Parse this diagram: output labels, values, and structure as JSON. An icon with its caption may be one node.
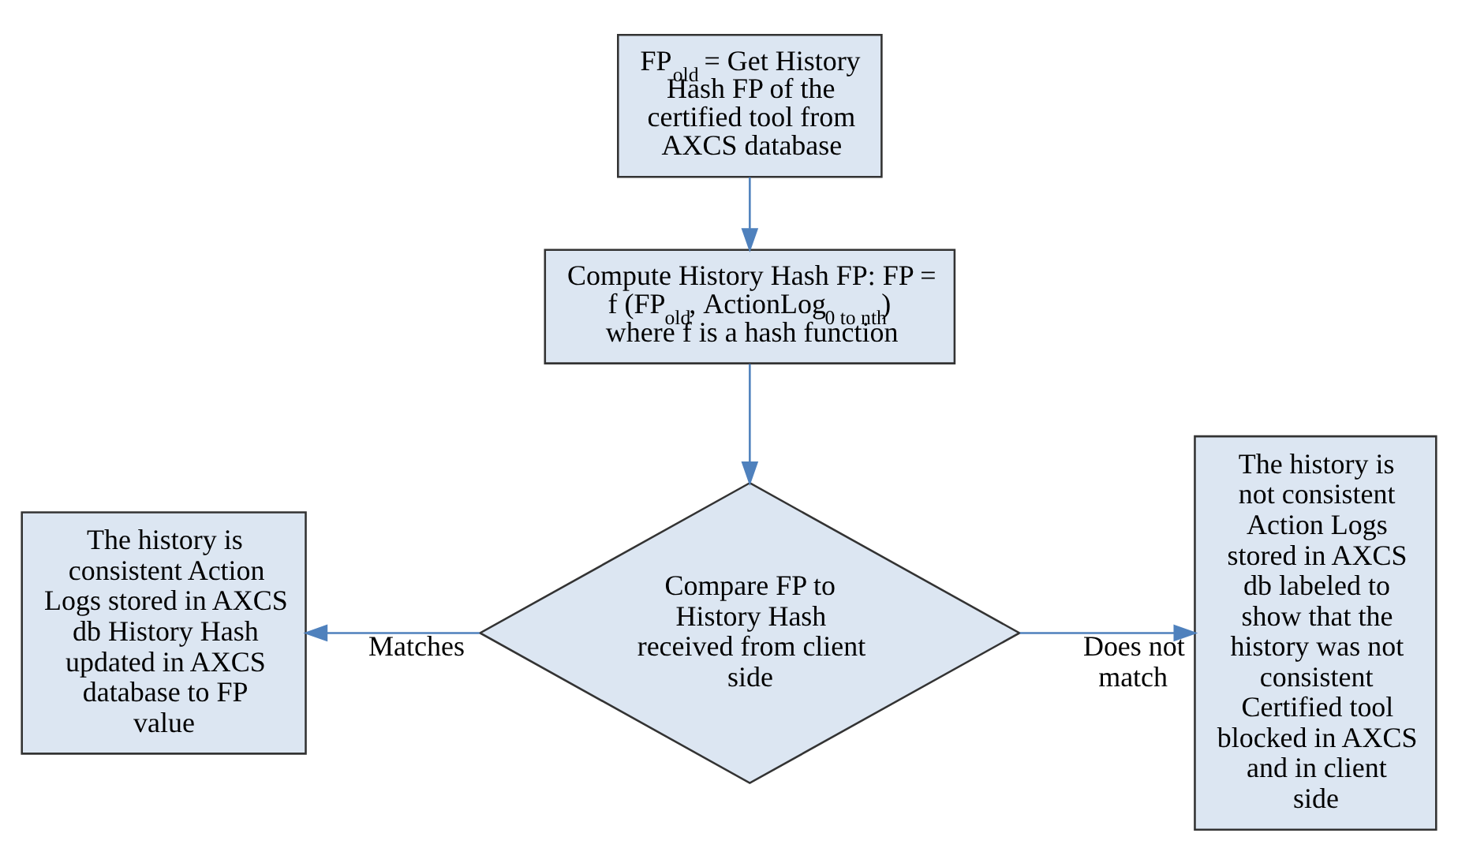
{
  "diagram": {
    "nodes": [
      {
        "text": [
          "FP$_{old}$ = Get History Hash FP of the certified tool from AXCS database"
        ]
      },
      {
        "text": [
          "Compute History Hash FP: FP = f (FP$_{old}$, ActionLog$_{0 to nth}$) where f is a hash function"
        ]
      },
      {
        "text": [
          "Compare FP to History Hash received from client side"
        ]
      },
      {
        "text": [
          "The history is consistent Action Logs stored in AXCS db History Hash updated in AXCS database to FP value"
        ]
      },
      {
        "text": [
          "The history is not consistent Action Logs stored in AXCS db labeled to show that the history was not consistent Certified tool blocked in AXCS and in client side"
        ]
      }
    ],
    "edges": [
      {
        "from": 0,
        "to": 1,
        "arrow": "to"
      },
      {
        "from": 1,
        "to": 2,
        "arrow": "to"
      },
      {
        "from": 2,
        "to": 3,
        "arrow": "to",
        "label": "Matches"
      },
      {
        "from": 2,
        "to": 4,
        "arrow": "to",
        "label": "Does not match"
      }
    ]
  }
}
